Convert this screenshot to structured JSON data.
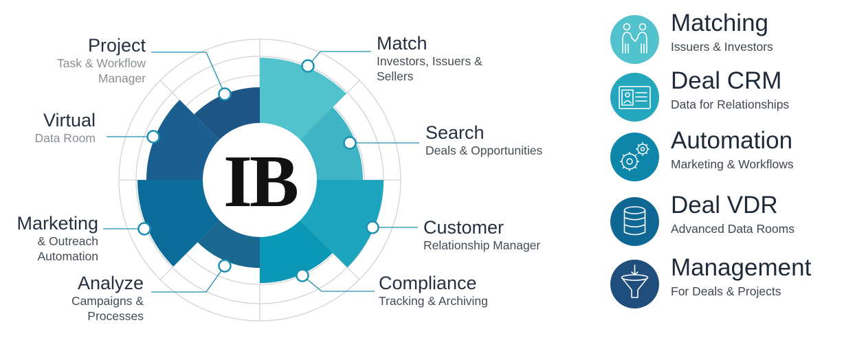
{
  "logo": {
    "text": "IB"
  },
  "segments": [
    {
      "key": "project",
      "title": "Project",
      "subtitle_lines": [
        "Task & Workflow",
        "Manager"
      ]
    },
    {
      "key": "match",
      "title": "Match",
      "subtitle_lines": [
        "Investors, Issuers &",
        "Sellers"
      ]
    },
    {
      "key": "virtual",
      "title": "Virtual",
      "subtitle_lines": [
        "Data Room"
      ]
    },
    {
      "key": "search",
      "title": "Search",
      "subtitle_lines": [
        "Deals & Opportunities"
      ]
    },
    {
      "key": "marketing",
      "title": "Marketing",
      "subtitle_lines": [
        "& Outreach",
        "Automation"
      ]
    },
    {
      "key": "customer",
      "title": "Customer",
      "subtitle_lines": [
        "Relationship Manager"
      ]
    },
    {
      "key": "analyze",
      "title": "Analyze",
      "subtitle_lines": [
        "Campaigns &",
        "Processes"
      ]
    },
    {
      "key": "compliance",
      "title": "Compliance",
      "subtitle_lines": [
        "Tracking & Archiving"
      ]
    }
  ],
  "features": [
    {
      "title": "Matching",
      "subtitle": "Issuers & Investors",
      "icon": "handshake-people-icon",
      "color": "#52c3cc"
    },
    {
      "title": "Deal CRM",
      "subtitle": "Data for Relationships",
      "icon": "id-card-icon",
      "color": "#24a7bd"
    },
    {
      "title": "Automation",
      "subtitle": "Marketing & Workflows",
      "icon": "gears-icon",
      "color": "#0e86aa"
    },
    {
      "title": "Deal VDR",
      "subtitle": "Advanced Data Rooms",
      "icon": "database-icon",
      "color": "#0f6893"
    },
    {
      "title": "Management",
      "subtitle": "For Deals & Projects",
      "icon": "funnel-icon",
      "color": "#1f4d7c"
    }
  ],
  "colors": {
    "match": "#52c3cc",
    "search": "#3eb4c4",
    "customer": "#1da5bd",
    "compliance": "#0b97b6",
    "analyze": "#1a6890",
    "marketing": "#0b6c99",
    "virtual": "#1a5f8f",
    "project": "#1d5584",
    "ring_line": "#cfd3d8",
    "leader": "#1b8fb0"
  }
}
